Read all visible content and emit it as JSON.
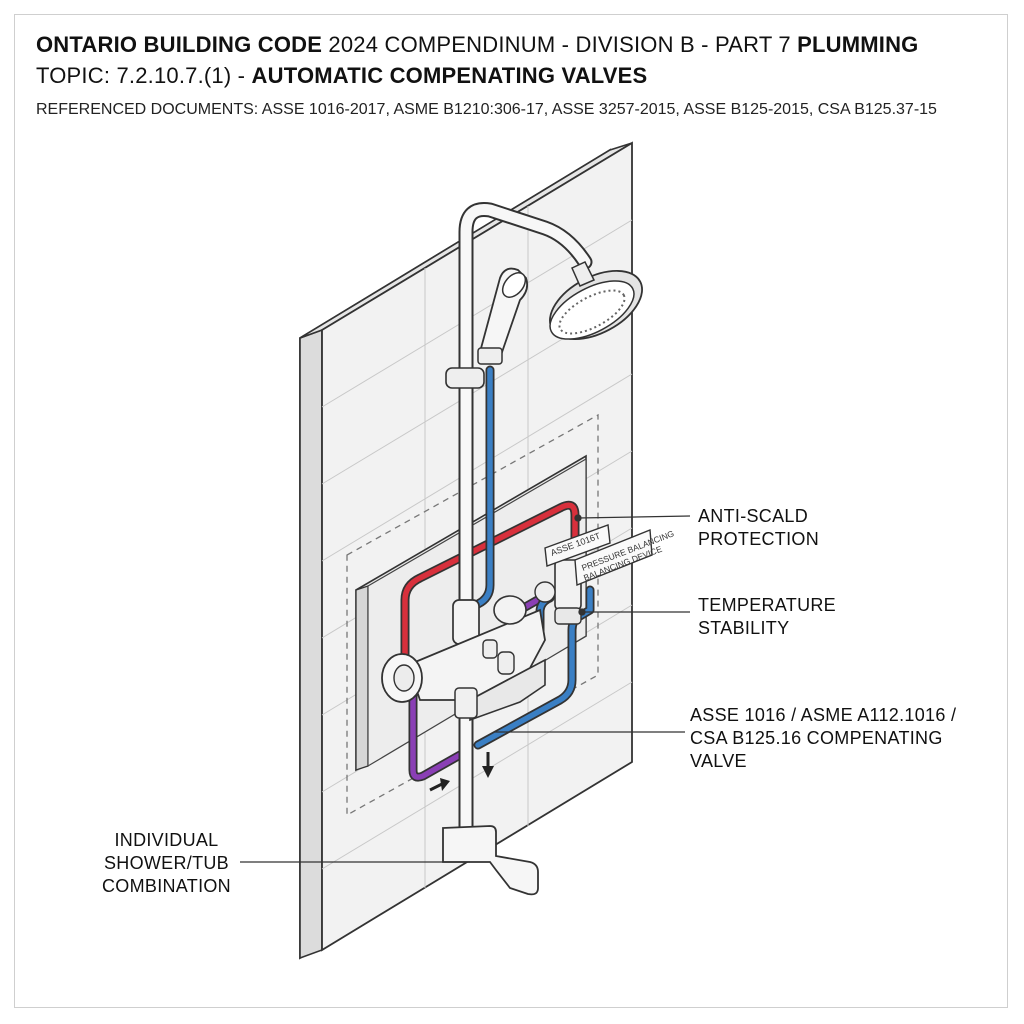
{
  "header": {
    "line1_bold_a": "ONTARIO BUILDING CODE",
    "line1_regular": " 2024 COMPENDINUM - DIVISION B - PART 7 ",
    "line1_bold_b": "PLUMMING",
    "line2_regular": "TOPIC: 7.2.10.7.(1)   - ",
    "line2_bold": "AUTOMATIC COMPENATING VALVES",
    "referenced": "REFERENCED DOCUMENTS: ASSE 1016-2017, ASME B1210:306-17, ASSE 3257-2015, ASSE B125-2015, CSA B125.37-15"
  },
  "callouts": {
    "anti_scald": "ANTI-SCALD\nPROTECTION",
    "temperature": "TEMPERATURE\nSTABILITY",
    "valve": "ASSE 1016 / ASME A112.1016 /\nCSA B125.16 COMPENATING\nVALVE",
    "shower_tub": "INDIVIDUAL\nSHOWER/TUB\nCOMBINATION"
  },
  "tags": {
    "tag1": "ASSE 1016T",
    "tag2_line1": "PRESSURE BALANCING",
    "tag2_line2": "BALANCING DEVICE"
  },
  "colors": {
    "hot_pipe": "#d8303c",
    "cold_pipe": "#3a7fc4",
    "mixed_pipe": "#8a3fb5",
    "wall": "#efefef",
    "chrome": "#f4f4f4",
    "outline": "#333333"
  }
}
